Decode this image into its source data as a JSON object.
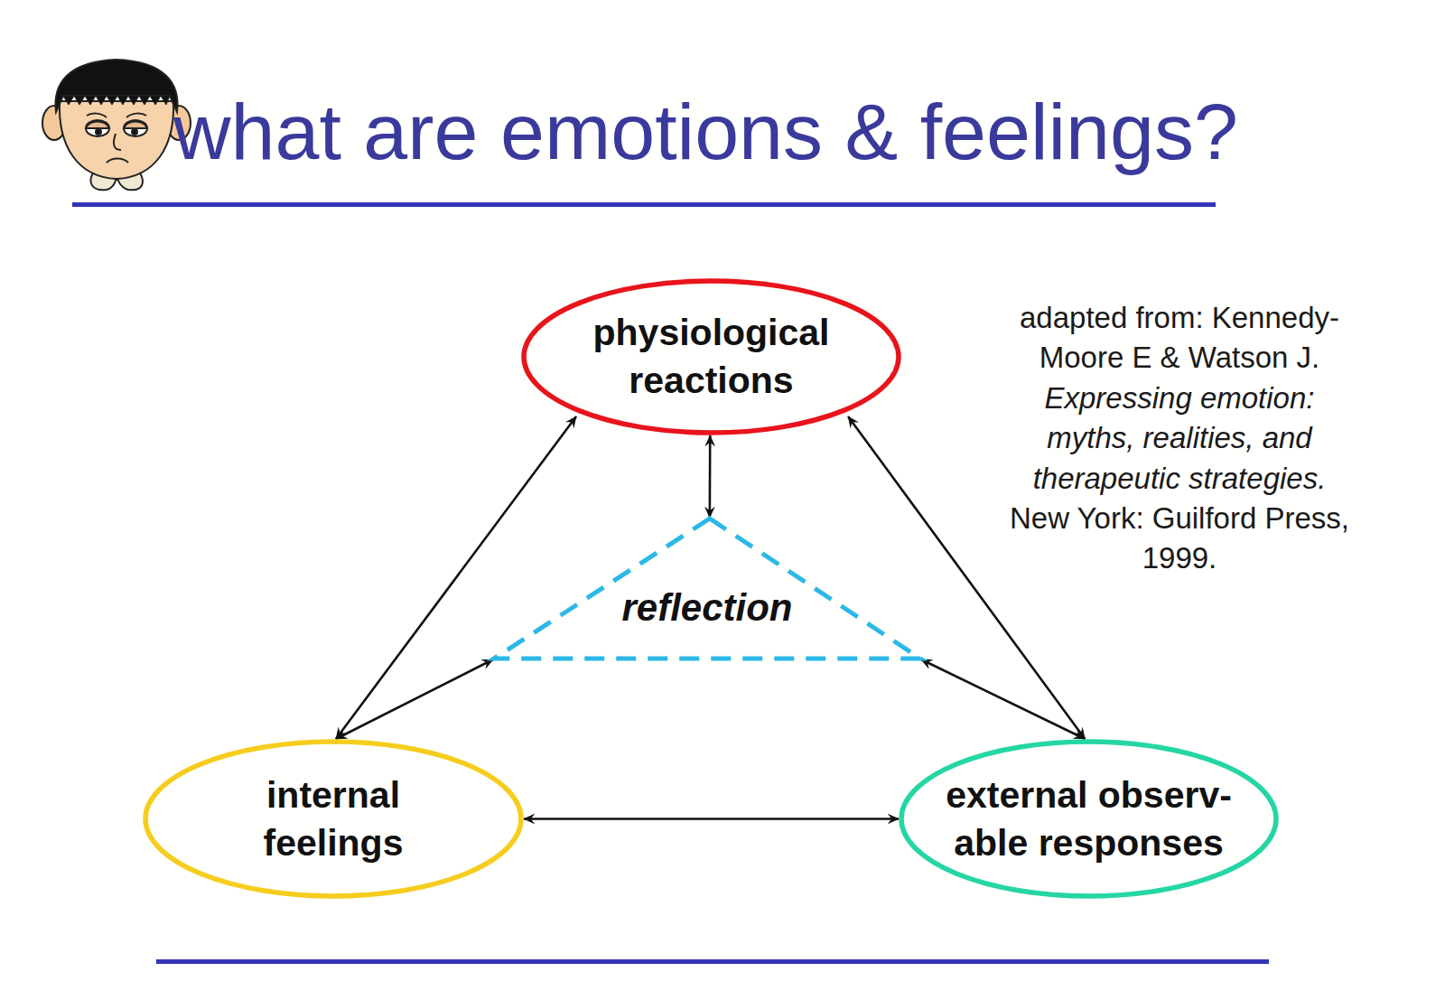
{
  "diagram": {
    "title": "what are emotions & feelings?",
    "nodes": [
      {
        "text": [
          "physiological reactions"
        ]
      },
      {
        "text": [
          "reflection"
        ]
      },
      {
        "text": [
          "internal feelings"
        ]
      },
      {
        "text": [
          "external observ- able responses"
        ]
      }
    ],
    "edges": [
      {
        "from": 0,
        "to": 1,
        "arrow": "both"
      },
      {
        "from": 0,
        "to": 2,
        "arrow": "both"
      },
      {
        "from": 0,
        "to": 3,
        "arrow": "both"
      },
      {
        "from": 1,
        "to": 2,
        "arrow": "both"
      },
      {
        "from": 1,
        "to": 3,
        "arrow": "both"
      },
      {
        "from": 2,
        "to": 3,
        "arrow": "both"
      }
    ],
    "labels": [
      "adapted from: Kennedy- Moore E & Watson J.",
      "Expressing emotion: myths, realities, and therapeutic strategies.",
      "New York: Guilford Press, 1999."
    ]
  }
}
